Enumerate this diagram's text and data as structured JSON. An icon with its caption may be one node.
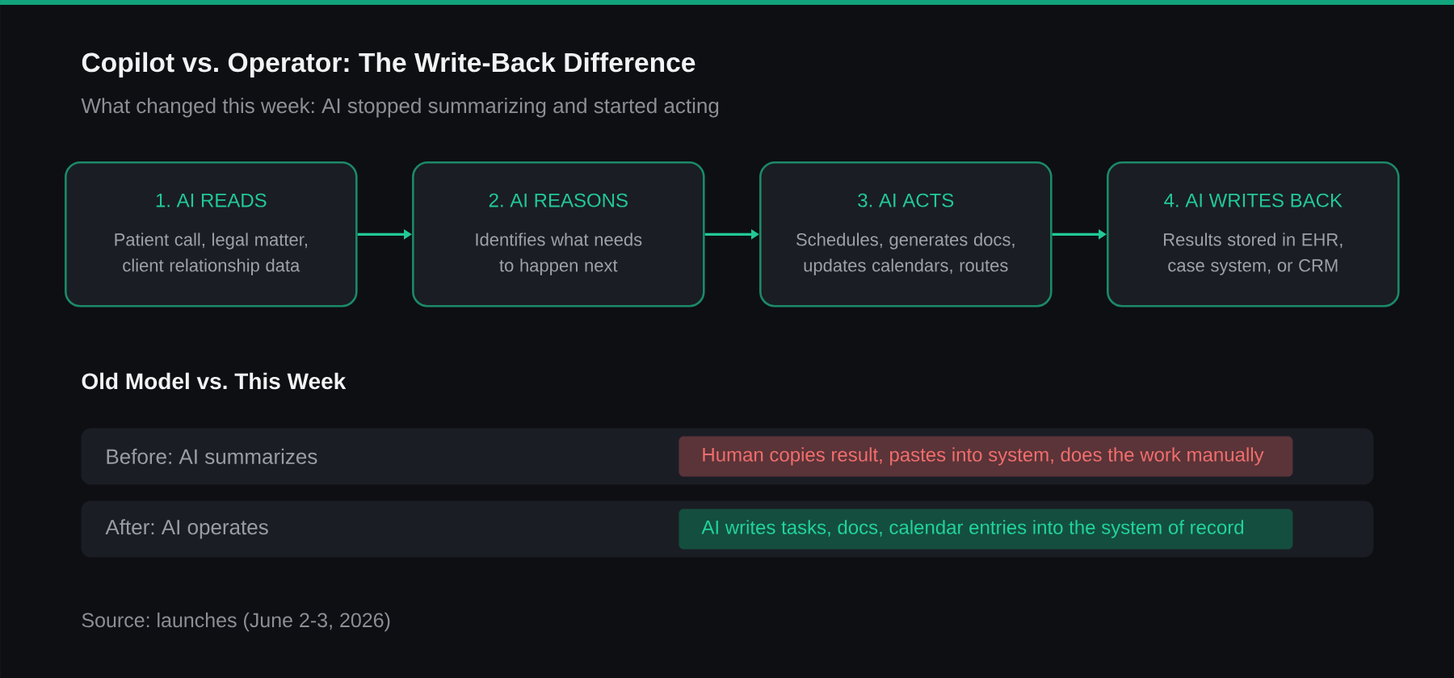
{
  "diagram": {
    "title": "Copilot vs. Operator: The Write-Back Difference",
    "nodes": [
      {
        "text": [
          "1. AI READS",
          "Patient call, legal matter, client relationship data"
        ]
      },
      {
        "text": [
          "2. AI REASONS",
          "Identifies what needs to happen next"
        ]
      },
      {
        "text": [
          "3. AI ACTS",
          "Schedules, generates docs, updates calendars, routes"
        ]
      },
      {
        "text": [
          "4. AI WRITES BACK",
          "Results stored in EHR, case system, or CRM"
        ]
      },
      {
        "text": [
          "Before: AI summarizes"
        ]
      },
      {
        "text": [
          "Human copies result, pastes into system, does the work manually"
        ],
        "in": 4
      },
      {
        "text": [
          "After: AI operates"
        ]
      },
      {
        "text": [
          "AI writes tasks, docs, calendar entries into the system of record"
        ],
        "in": 6
      }
    ],
    "edges": [
      {
        "from": 0,
        "to": 1,
        "arrow": "to"
      },
      {
        "from": 1,
        "to": 2,
        "arrow": "to"
      },
      {
        "from": 2,
        "to": 3,
        "arrow": "to"
      }
    ],
    "labels": [
      "What changed this week: AI stopped summarizing and started acting",
      "Old Model vs. This Week",
      "Source: launches (June 2-3, 2026)"
    ]
  }
}
